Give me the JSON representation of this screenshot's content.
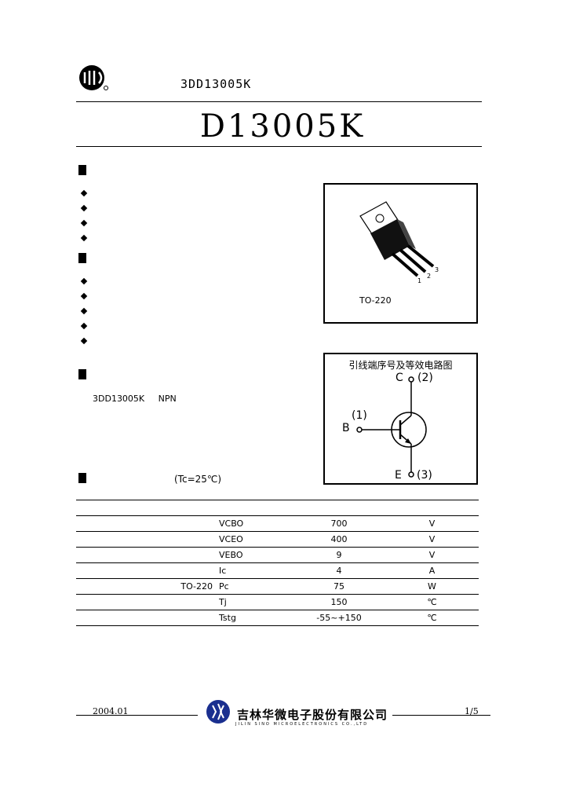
{
  "header": {
    "part_text": "3DD13005K"
  },
  "title": "D13005K",
  "package_label": "TO-220",
  "pins": [
    "1",
    "2",
    "3"
  ],
  "diagram": {
    "title": "引线端序号及等效电路图",
    "c_label": "C",
    "c_num": "(2)",
    "b_num": "(1)",
    "b_label": "B",
    "e_label": "E",
    "e_num": "(3)"
  },
  "description": {
    "part": "3DD13005K",
    "type": "NPN"
  },
  "ratings_title": "(Tc=25℃)",
  "table": {
    "rows": [
      {
        "symbol": "VCBO",
        "value": "700",
        "unit": "V",
        "cond": ""
      },
      {
        "symbol": "VCEO",
        "value": "400",
        "unit": "V",
        "cond": ""
      },
      {
        "symbol": "VEBO",
        "value": "9",
        "unit": "V",
        "cond": ""
      },
      {
        "symbol": "Ic",
        "value": "4",
        "unit": "A",
        "cond": ""
      },
      {
        "symbol": "Pc",
        "value": "75",
        "unit": "W",
        "cond": "TO-220"
      },
      {
        "symbol": "Tj",
        "value": "150",
        "unit": "℃",
        "cond": ""
      },
      {
        "symbol": "Tstg",
        "value": "-55~+150",
        "unit": "℃",
        "cond": ""
      }
    ]
  },
  "footer": {
    "date": "2004.01",
    "page": "1/5",
    "company": "吉林华微电子股份有限公司",
    "company_en": "JILIN SINO MICROELECTRONICS CO.,LTD"
  }
}
